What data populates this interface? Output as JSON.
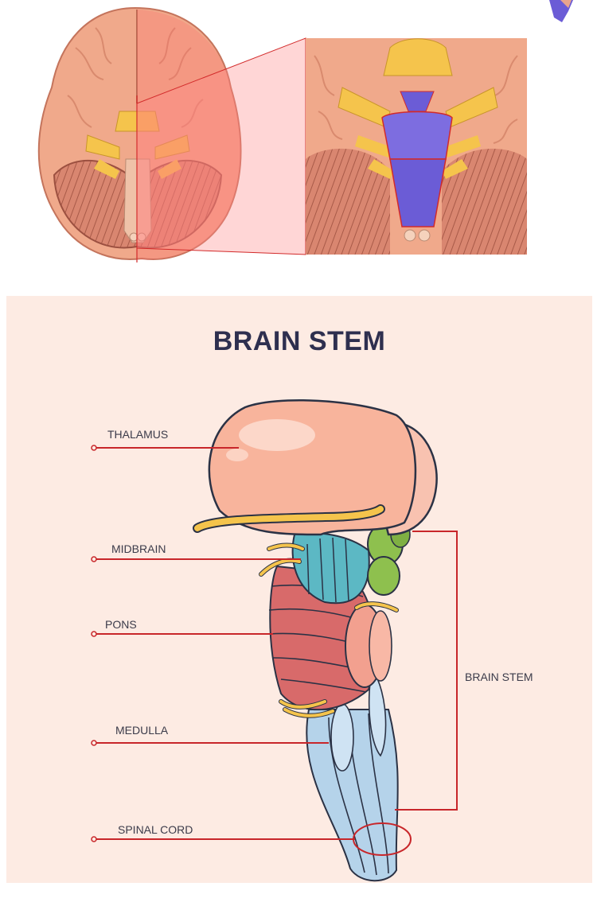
{
  "diagram": {
    "title": "BRAIN STEM",
    "labels": {
      "thalamus": "THALAMUS",
      "midbrain": "MIDBRAIN",
      "pons": "PONS",
      "medulla": "MEDULLA",
      "spinal_cord": "SPINAL CORD",
      "brain_stem": "BRAIN STEM"
    }
  },
  "colors": {
    "panel_background": "#fdebe3",
    "leader_line": "#c8262a",
    "title": "#2e2f4f",
    "thalamus": "#f8b49c",
    "midbrain": "#5cb8c4",
    "pons": "#d86a6a",
    "medulla": "#b5d3ea",
    "superior_colliculus": "#8ec04e",
    "nerves": "#f5c44c",
    "highlight_brainstem": "#6b5cd6",
    "zoom_overlay": "#ff6b6b"
  }
}
